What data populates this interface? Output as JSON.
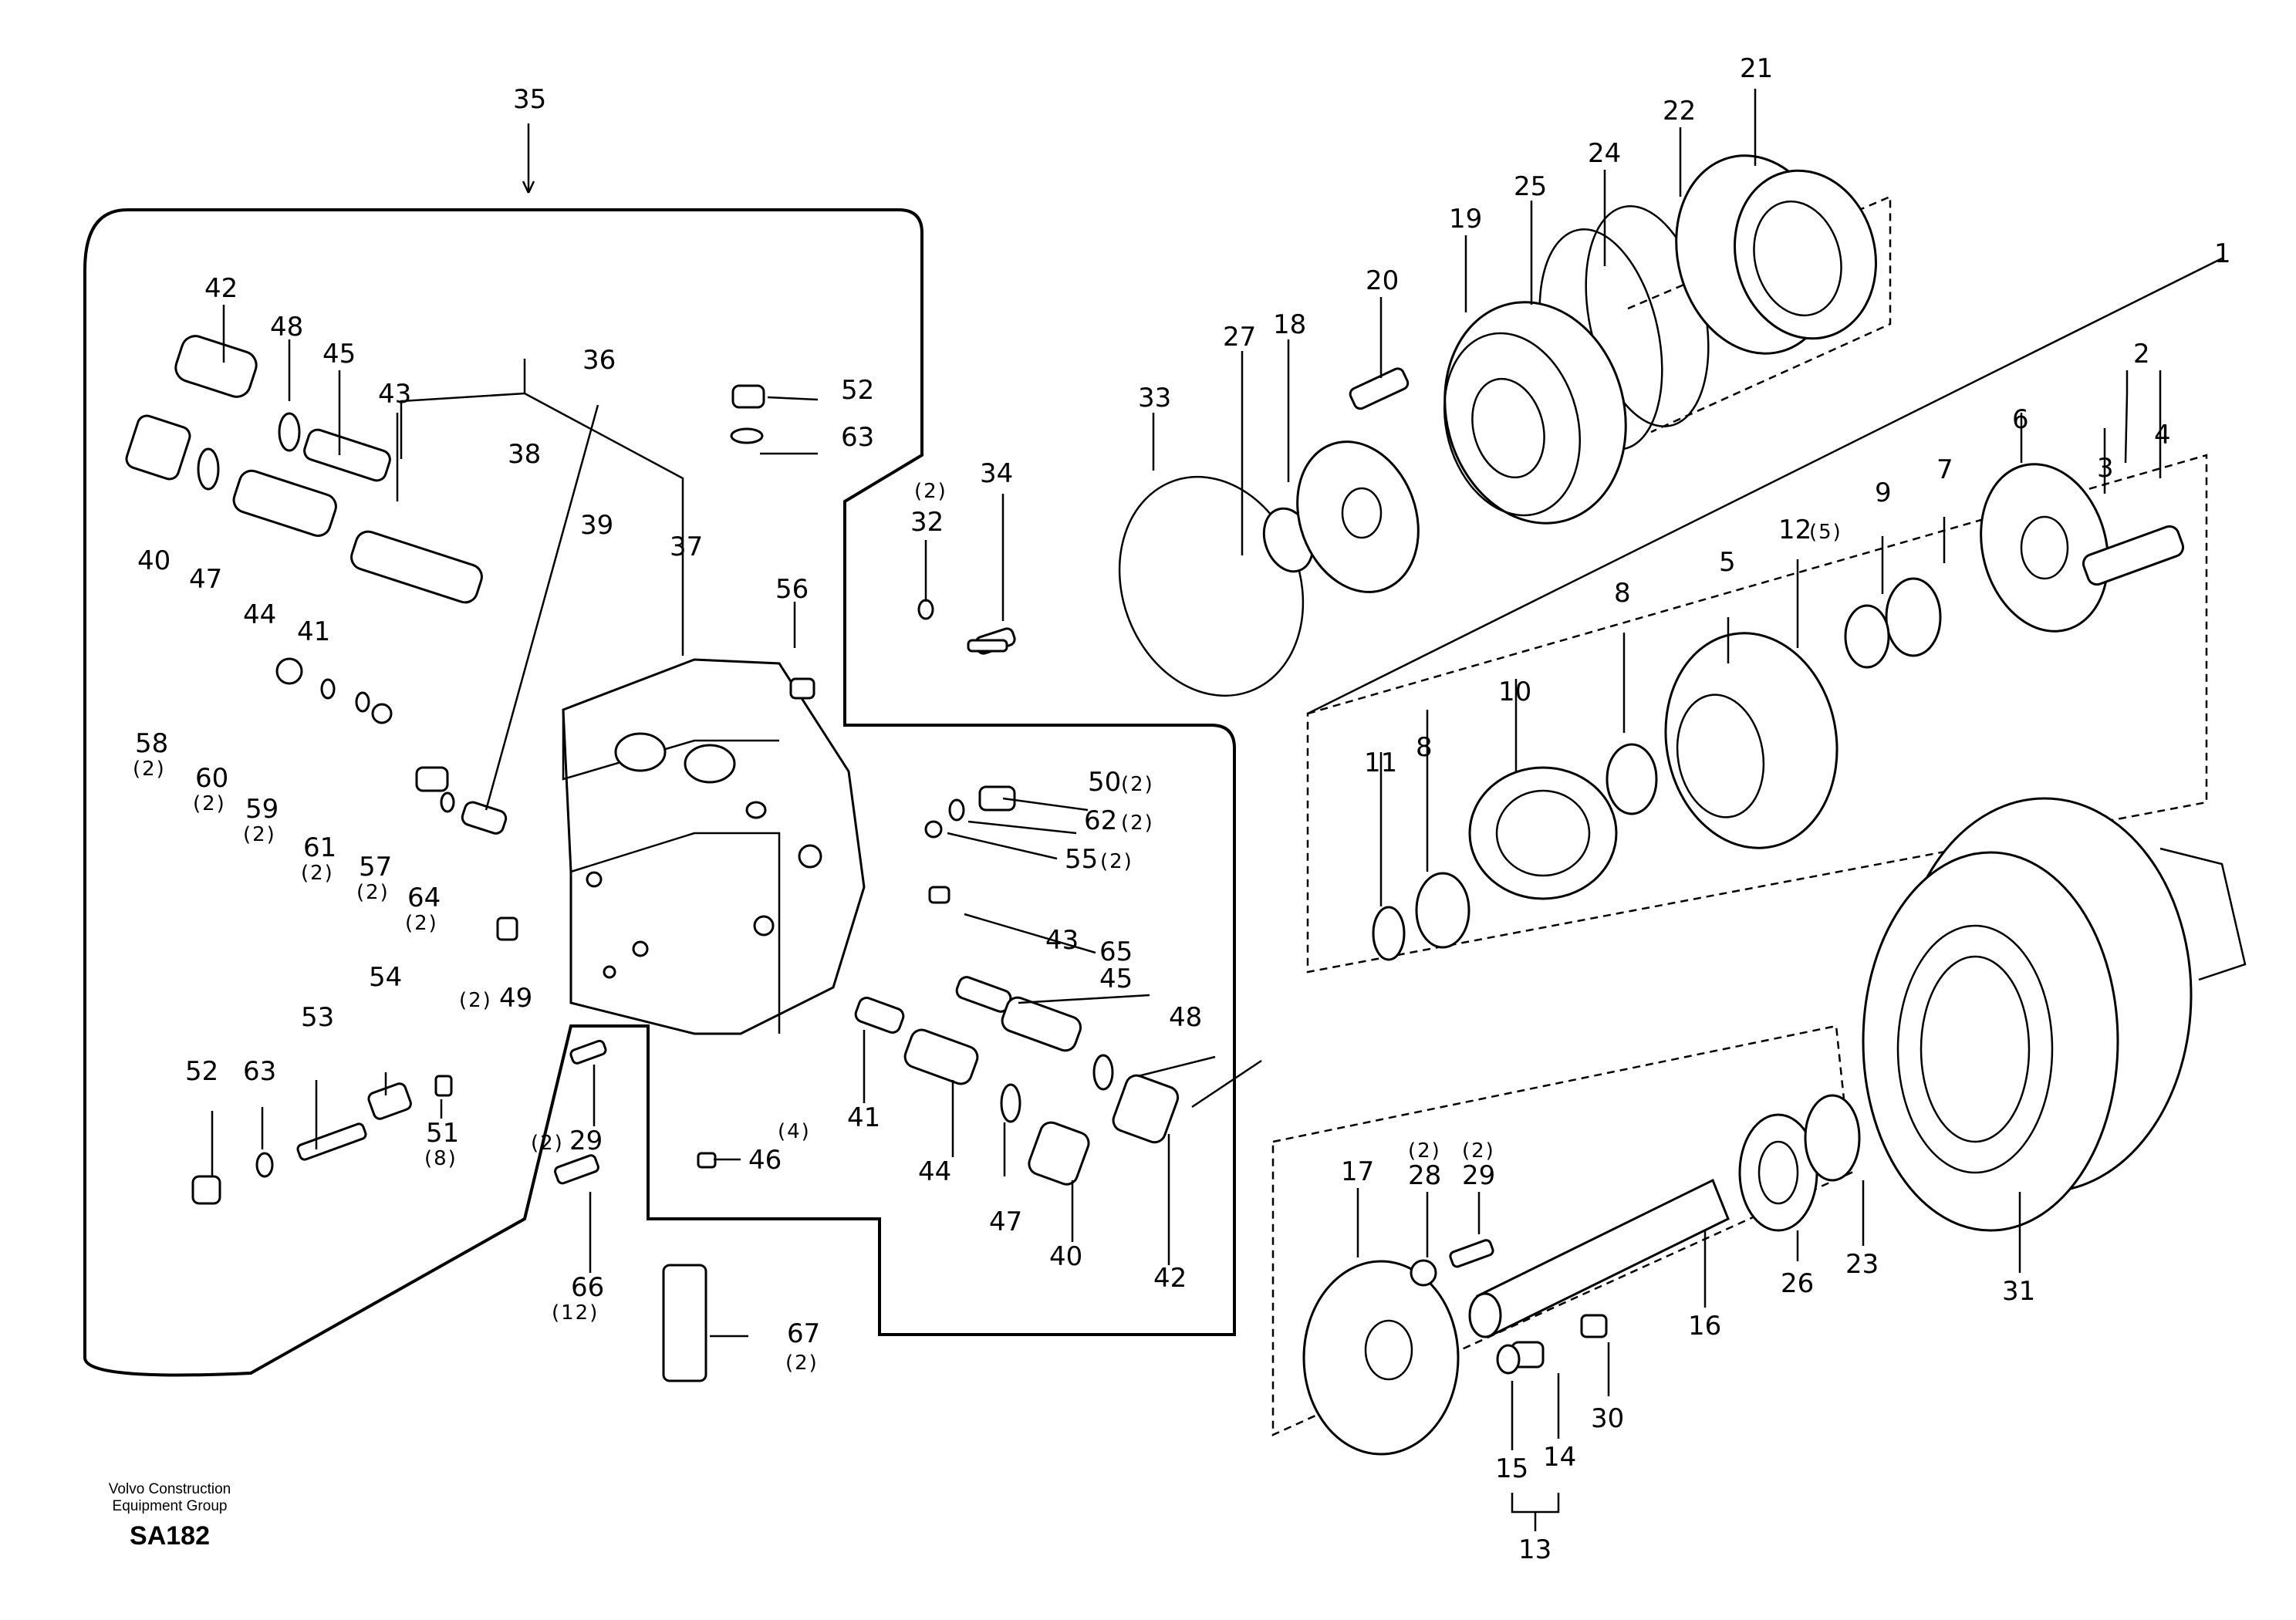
{
  "footer": {
    "company_line1": "Volvo Construction",
    "company_line2": "Equipment Group",
    "code": "SA182"
  },
  "labels": [
    {
      "id": "35",
      "text": "35"
    },
    {
      "id": "42a",
      "text": "42"
    },
    {
      "id": "48a",
      "text": "48"
    },
    {
      "id": "45a",
      "text": "45"
    },
    {
      "id": "43a",
      "text": "43"
    },
    {
      "id": "36",
      "text": "36"
    },
    {
      "id": "38",
      "text": "38"
    },
    {
      "id": "39",
      "text": "39"
    },
    {
      "id": "37",
      "text": "37"
    },
    {
      "id": "40a",
      "text": "40"
    },
    {
      "id": "47a",
      "text": "47"
    },
    {
      "id": "44a",
      "text": "44"
    },
    {
      "id": "41a",
      "text": "41"
    },
    {
      "id": "58",
      "text": "58"
    },
    {
      "id": "60",
      "text": "60"
    },
    {
      "id": "59",
      "text": "59"
    },
    {
      "id": "61",
      "text": "61"
    },
    {
      "id": "57",
      "text": "57"
    },
    {
      "id": "64",
      "text": "64"
    },
    {
      "id": "49",
      "text": "49"
    },
    {
      "id": "52a",
      "text": "52"
    },
    {
      "id": "63a",
      "text": "63"
    },
    {
      "id": "32",
      "text": "32"
    },
    {
      "id": "34",
      "text": "34"
    },
    {
      "id": "56",
      "text": "56"
    },
    {
      "id": "50",
      "text": "50"
    },
    {
      "id": "62",
      "text": "62"
    },
    {
      "id": "55",
      "text": "55"
    },
    {
      "id": "65",
      "text": "65"
    },
    {
      "id": "43b",
      "text": "43"
    },
    {
      "id": "45b",
      "text": "45"
    },
    {
      "id": "48b",
      "text": "48"
    },
    {
      "id": "41b",
      "text": "41"
    },
    {
      "id": "44b",
      "text": "44"
    },
    {
      "id": "47b",
      "text": "47"
    },
    {
      "id": "40b",
      "text": "40"
    },
    {
      "id": "42b",
      "text": "42"
    },
    {
      "id": "52b",
      "text": "52"
    },
    {
      "id": "63b",
      "text": "63"
    },
    {
      "id": "53",
      "text": "53"
    },
    {
      "id": "54",
      "text": "54"
    },
    {
      "id": "51",
      "text": "51"
    },
    {
      "id": "29a",
      "text": "29"
    },
    {
      "id": "46",
      "text": "46"
    },
    {
      "id": "66",
      "text": "66"
    },
    {
      "id": "67",
      "text": "67"
    },
    {
      "id": "33",
      "text": "33"
    },
    {
      "id": "27",
      "text": "27"
    },
    {
      "id": "18",
      "text": "18"
    },
    {
      "id": "20",
      "text": "20"
    },
    {
      "id": "19",
      "text": "19"
    },
    {
      "id": "25",
      "text": "25"
    },
    {
      "id": "24",
      "text": "24"
    },
    {
      "id": "22",
      "text": "22"
    },
    {
      "id": "21",
      "text": "21"
    },
    {
      "id": "1",
      "text": "1"
    },
    {
      "id": "2",
      "text": "2"
    },
    {
      "id": "4",
      "text": "4"
    },
    {
      "id": "3",
      "text": "3"
    },
    {
      "id": "6",
      "text": "6"
    },
    {
      "id": "7",
      "text": "7"
    },
    {
      "id": "9",
      "text": "9"
    },
    {
      "id": "12",
      "text": "12"
    },
    {
      "id": "5",
      "text": "5"
    },
    {
      "id": "8a",
      "text": "8"
    },
    {
      "id": "10",
      "text": "10"
    },
    {
      "id": "8b",
      "text": "8"
    },
    {
      "id": "11",
      "text": "11"
    },
    {
      "id": "17",
      "text": "17"
    },
    {
      "id": "28",
      "text": "28"
    },
    {
      "id": "29b",
      "text": "29"
    },
    {
      "id": "16",
      "text": "16"
    },
    {
      "id": "26",
      "text": "26"
    },
    {
      "id": "23",
      "text": "23"
    },
    {
      "id": "31",
      "text": "31"
    },
    {
      "id": "15",
      "text": "15"
    },
    {
      "id": "14",
      "text": "14"
    },
    {
      "id": "30",
      "text": "30"
    },
    {
      "id": "13",
      "text": "13"
    }
  ],
  "quantities": [
    {
      "id": "q58",
      "text": "(2)"
    },
    {
      "id": "q60",
      "text": "(2)"
    },
    {
      "id": "q59",
      "text": "(2)"
    },
    {
      "id": "q61",
      "text": "(2)"
    },
    {
      "id": "q57",
      "text": "(2)"
    },
    {
      "id": "q64",
      "text": "(2)"
    },
    {
      "id": "q49",
      "text": "(2)"
    },
    {
      "id": "q32",
      "text": "(2)"
    },
    {
      "id": "q50",
      "text": "(2)"
    },
    {
      "id": "q62",
      "text": "(2)"
    },
    {
      "id": "q55",
      "text": "(2)"
    },
    {
      "id": "q51",
      "text": "(8)"
    },
    {
      "id": "q29a",
      "text": "(2)"
    },
    {
      "id": "q46",
      "text": "(4)"
    },
    {
      "id": "q66",
      "text": "(12)"
    },
    {
      "id": "q67",
      "text": "(2)"
    },
    {
      "id": "q12",
      "text": "(5)"
    },
    {
      "id": "q28",
      "text": "(2)"
    },
    {
      "id": "q29b",
      "text": "(2)"
    }
  ]
}
